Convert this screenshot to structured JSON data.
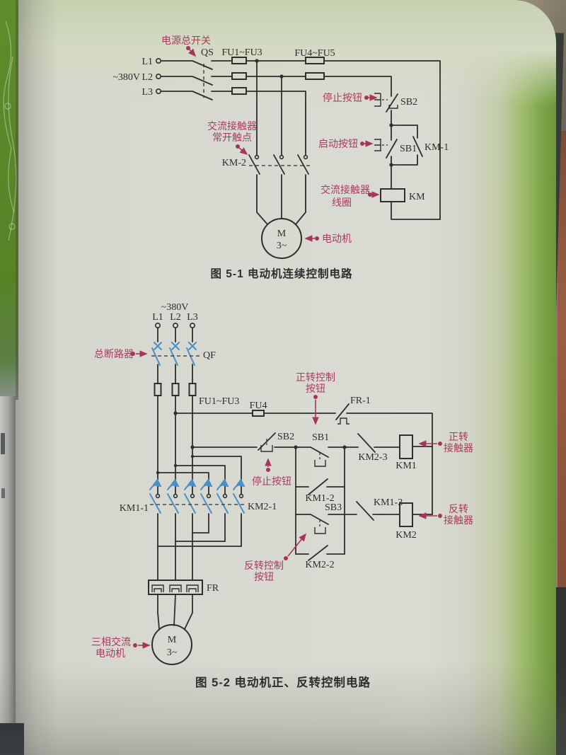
{
  "colors": {
    "annotation_magenta": "#ab3a5f",
    "contact_blue": "#4d8fc4",
    "wire_dark": "#2e2e2e",
    "cover_green": "#5d8b2c",
    "paper": "#dadbd2"
  },
  "fig1": {
    "caption": "图 5-1  电动机连续控制电路",
    "voltage": "~380V",
    "phase_l1": "L1",
    "phase_l2": "L2",
    "phase_l3": "L3",
    "qs": "QS",
    "fu1_3": "FU1~FU3",
    "fu4_5": "FU4~FU5",
    "km2_contact": "KM-2",
    "sb2": "SB2",
    "sb1": "SB1",
    "km1_contact": "KM-1",
    "km_coil": "KM",
    "motor_m": "M",
    "motor_ph": "3~",
    "ann_main_switch": "电源总开关",
    "ann_no_contact_1": "交流接触器",
    "ann_no_contact_2": "常开触点",
    "ann_stop": "停止按钮",
    "ann_start": "启动按钮",
    "ann_coil_1": "交流接触器",
    "ann_coil_2": "线圈",
    "ann_motor": "电动机"
  },
  "fig2": {
    "caption": "图 5-2  电动机正、反转控制电路",
    "voltage": "~380V",
    "phase_l1": "L1",
    "phase_l2": "L2",
    "phase_l3": "L3",
    "qf": "QF",
    "fu1_3": "FU1~FU3",
    "fu4": "FU4",
    "fr1": "FR-1",
    "sb2": "SB2",
    "sb1": "SB1",
    "sb3": "SB3",
    "km2_3": "KM2-3",
    "km1_2": "KM1-2",
    "km1_3": "KM1-3",
    "km2_2": "KM2-2",
    "km1_coil": "KM1",
    "km2_coil": "KM2",
    "km1_1": "KM1-1",
    "km2_1": "KM2-1",
    "fr": "FR",
    "motor_m": "M",
    "motor_ph": "3~",
    "ann_breaker": "总断路器",
    "ann_fwd_btn_1": "正转控制",
    "ann_fwd_btn_2": "按钮",
    "ann_stop": "停止按钮",
    "ann_rev_btn_1": "反转控制",
    "ann_rev_btn_2": "按钮",
    "ann_fwd_cont_1": "正转",
    "ann_fwd_cont_2": "接触器",
    "ann_rev_cont_1": "反转",
    "ann_rev_cont_2": "接触器",
    "ann_motor_1": "三相交流",
    "ann_motor_2": "电动机"
  }
}
